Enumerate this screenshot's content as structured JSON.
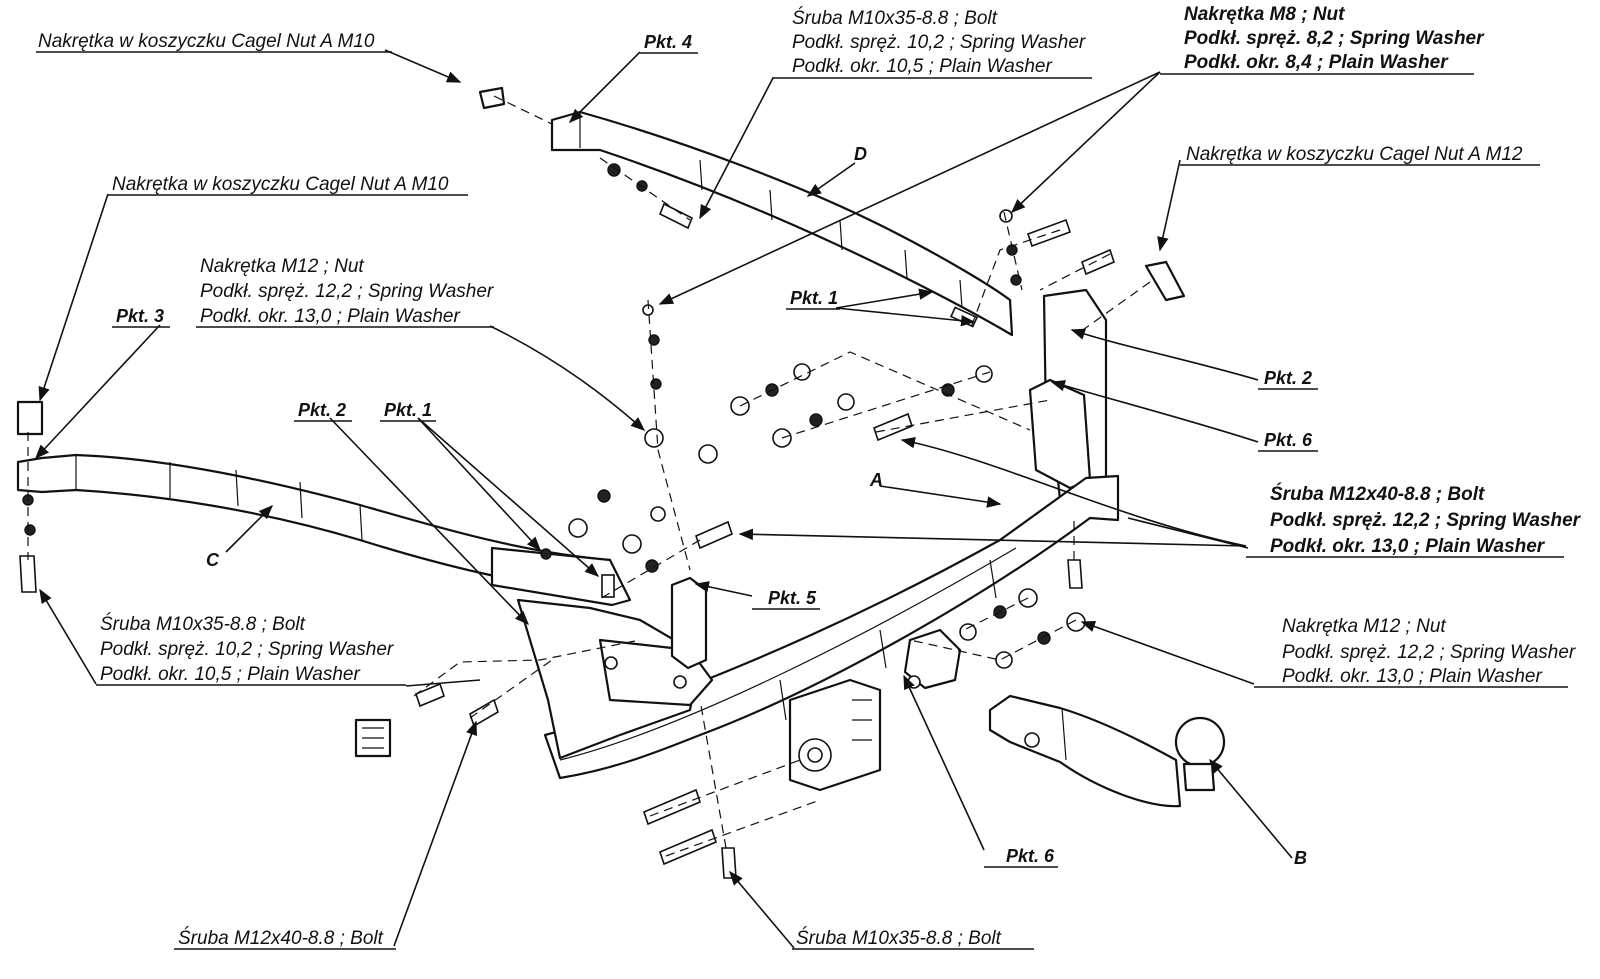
{
  "diagram": {
    "callouts": {
      "cagenut_m10_top": "Nakrętka w koszyczku Cagel Nut A M10",
      "cagenut_m10_left": "Nakrętka w koszyczku Cagel Nut A M10",
      "cagenut_m12_right": "Nakrętka w koszyczku Cagel Nut A M12",
      "bolt_m10_top": [
        "Śruba M10x35-8.8 ;  Bolt",
        "Podkł. spręż. 10,2 ;  Spring Washer",
        "Podkł. okr. 10,5 ;  Plain Washer"
      ],
      "nut_m8_top": [
        "Nakrętka  M8 ; Nut",
        "Podkł. spręż. 8,2 ;  Spring Washer",
        "Podkł. okr. 8,4 ;  Plain Washer"
      ],
      "nut_m12_left": [
        "Nakrętka  M12 ; Nut",
        "Podkł. spręż. 12,2 ;  Spring Washer",
        "Podkł. okr. 13,0 ;  Plain Washer"
      ],
      "bolt_m12_right": [
        "Śruba M12x40-8.8 ;  Bolt",
        "Podkł. spręż. 12,2 ;  Spring Washer",
        "Podkł. okr. 13,0 ;  Plain Washer"
      ],
      "bolt_m10_left": [
        "Śruba M10x35-8.8 ;  Bolt",
        "Podkł. spręż. 10,2 ;  Spring Washer",
        "Podkł. okr. 10,5 ;  Plain Washer"
      ],
      "nut_m12_right": [
        "Nakrętka  M12 ; Nut",
        "Podkł. spręż. 12,2 ;  Spring Washer",
        "Podkł. okr. 13,0 ;  Plain Washer"
      ],
      "bolt_m12_bottom": "Śruba M12x40-8.8 ;  Bolt",
      "bolt_m10_bottom": "Śruba M10x35-8.8  ;  Bolt"
    },
    "points": {
      "pkt4": "Pkt. 4",
      "pkt3": "Pkt. 3",
      "pkt1_right": "Pkt. 1",
      "pkt2_left": "Pkt. 2",
      "pkt1_left": "Pkt. 1",
      "pkt2_right": "Pkt. 2",
      "pkt6_right": "Pkt. 6",
      "pkt5": "Pkt. 5",
      "pkt6_bottom": "Pkt. 6"
    },
    "parts": {
      "a": "A",
      "b": "B",
      "c": "C",
      "d": "D"
    }
  }
}
